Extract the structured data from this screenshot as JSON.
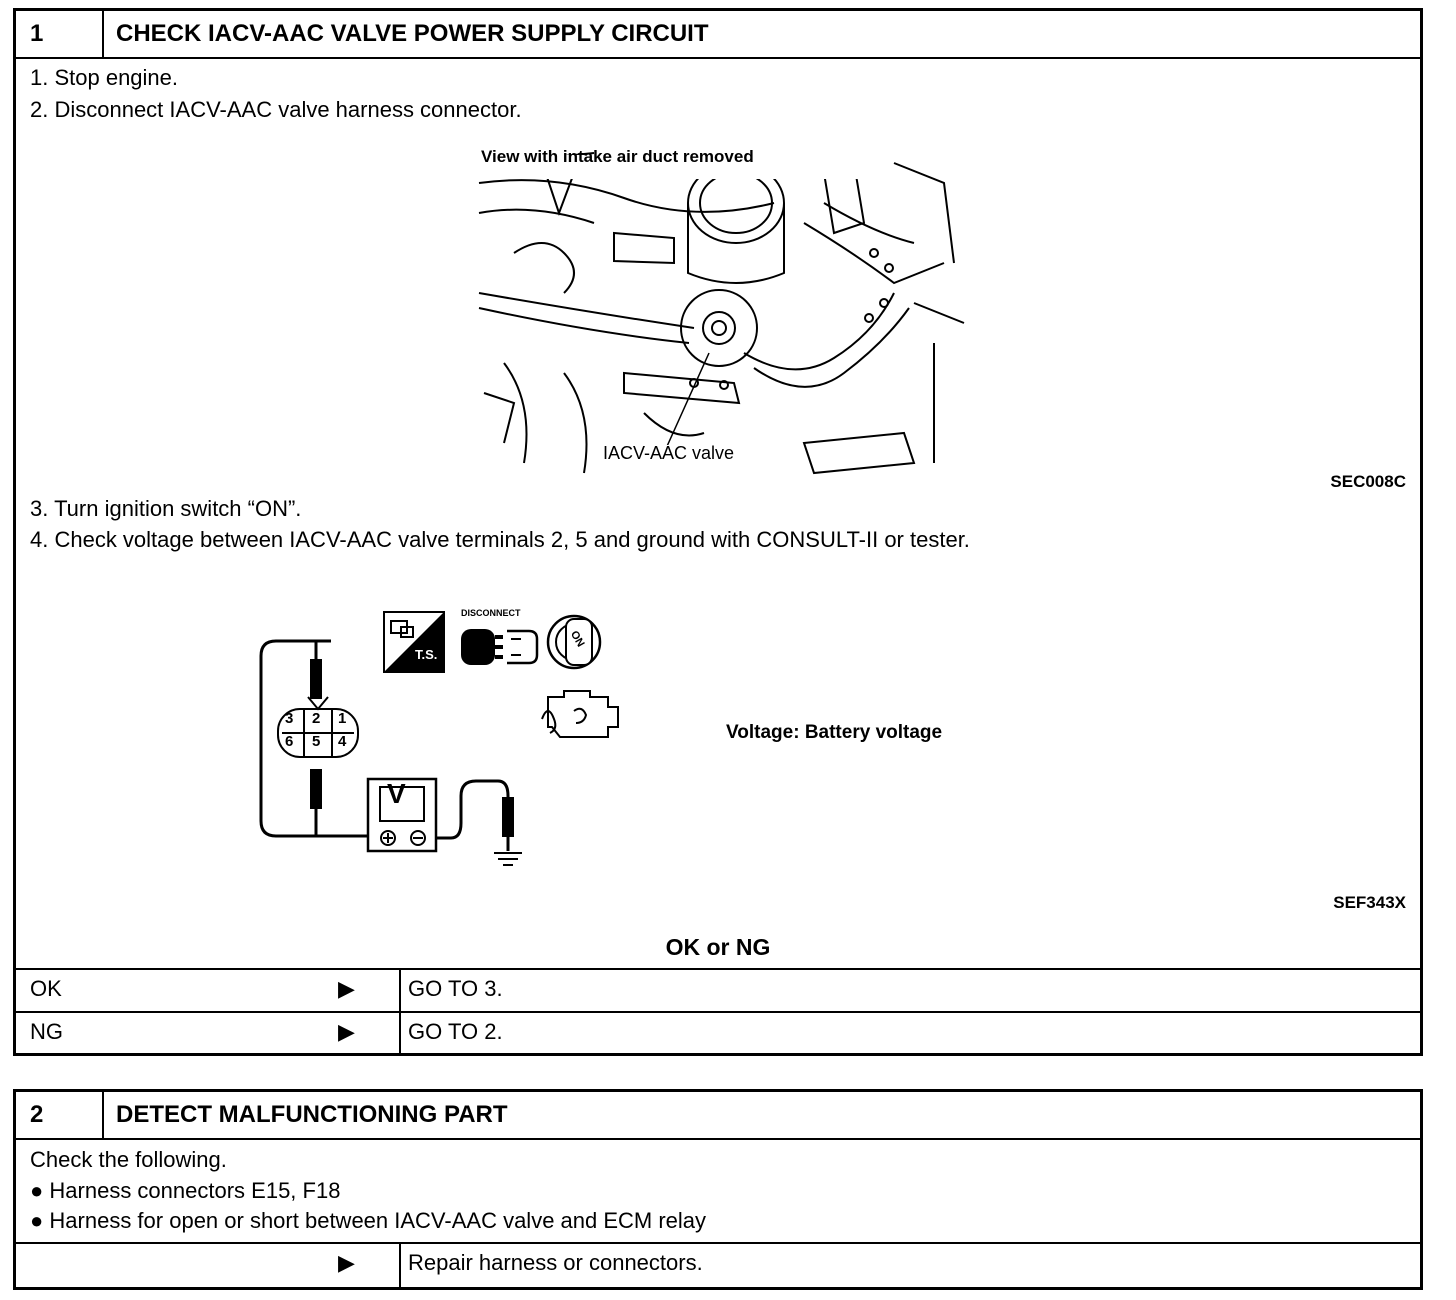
{
  "step1": {
    "number": "1",
    "title": "CHECK IACV-AAC VALVE POWER SUPPLY CIRCUIT",
    "instructions_a": [
      "1.  Stop engine.",
      "2.  Disconnect IACV-AAC valve harness connector."
    ],
    "figure1": {
      "caption": "View with intake air duct removed",
      "callout": "IACV-AAC valve",
      "ref": "SEC008C"
    },
    "instructions_b": [
      "3.  Turn ignition switch “ON”.",
      "4.  Check voltage between IACV-AAC valve terminals 2, 5 and ground with CONSULT-II or tester."
    ],
    "figure2": {
      "disconnect_label": "DISCONNECT",
      "ts_label": "T.S.",
      "on_label": "ON",
      "meter_label": "V",
      "terminals": [
        "3",
        "2",
        "1",
        "6",
        "5",
        "4"
      ],
      "spec": "Voltage: Battery voltage",
      "ref": "SEF343X"
    },
    "result_heading": "OK or NG",
    "results": [
      {
        "label": "OK",
        "arrow": "▶",
        "action": "GO TO 3."
      },
      {
        "label": "NG",
        "arrow": "▶",
        "action": "GO TO 2."
      }
    ]
  },
  "step2": {
    "number": "2",
    "title": "DETECT MALFUNCTIONING PART",
    "intro": "Check the following.",
    "bullets": [
      "●  Harness connectors E15, F18",
      "●  Harness for open or short between IACV-AAC valve and ECM relay"
    ],
    "result": {
      "label": "",
      "arrow": "▶",
      "action": "Repair harness or connectors."
    }
  }
}
